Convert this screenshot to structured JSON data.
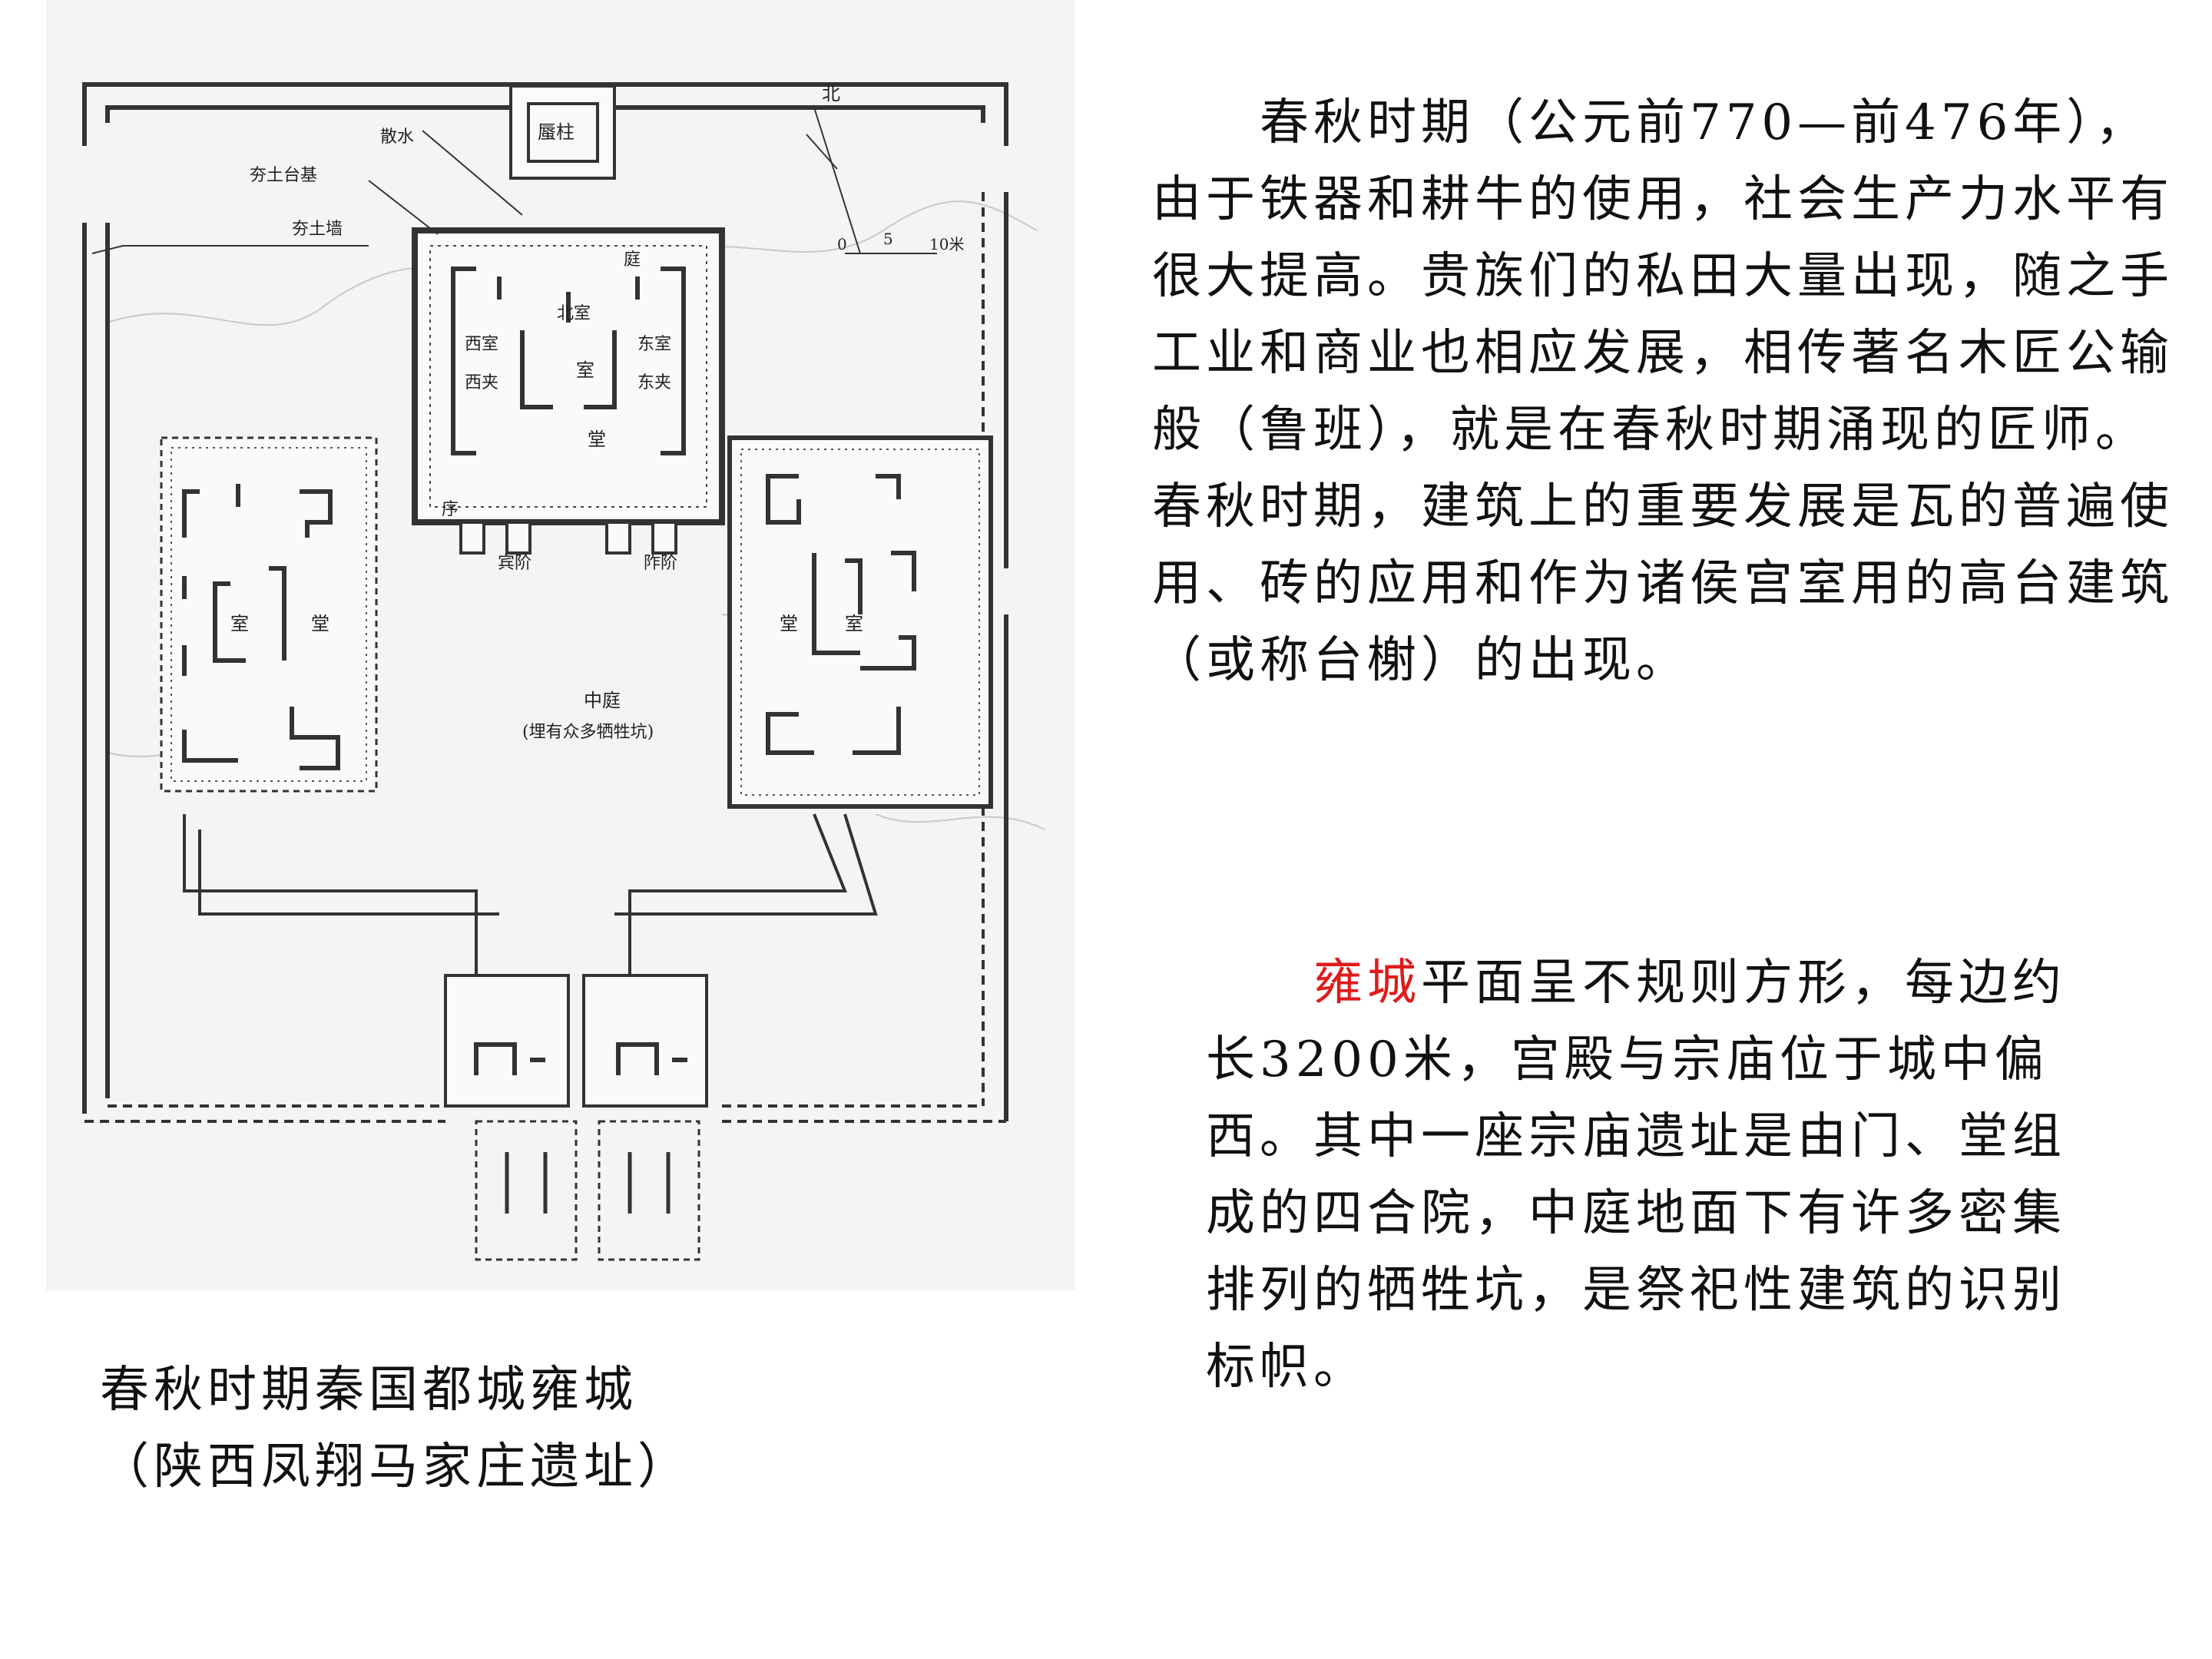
{
  "plan": {
    "labels": {
      "sanshui": "散水",
      "hangtu_taiji": "夯土台基",
      "hangtu_qiang": "夯土墙",
      "north": "北",
      "scale_0": "0",
      "scale_5": "5",
      "scale_10": "10米",
      "shenzhu": "蜃柱",
      "ting": "庭",
      "beishi": "北室",
      "xishi": "西室",
      "xijia": "西夹",
      "dongshi": "东室",
      "dongjia": "东夹",
      "shi_center": "室",
      "tang_center": "堂",
      "xu": "序",
      "bingjie": "宾阶",
      "zuojie": "阼阶",
      "zhongting": "中庭",
      "zhongting_note": "(埋有众多牺牲坑)",
      "west_shi": "室",
      "west_tang": "堂",
      "east_tang": "堂",
      "east_shi": "室"
    }
  },
  "description_1": "　　春秋时期（公元前770—前476年），由于铁器和耕牛的使用，社会生产力水平有很大提高。贵族们的私田大量出现，随之手工业和商业也相应发展，相传著名木匠公输般（鲁班），就是在春秋时期涌现的匠师。春秋时期，建筑上的重要发展是瓦的普遍使用、砖的应用和作为诸侯宫室用的高台建筑（或称台榭）的出现。",
  "description_2": {
    "indent": "　　",
    "highlight": "雍城",
    "rest": "平面呈不规则方形，每边约长3200米，宫殿与宗庙位于城中偏西。其中一座宗庙遗址是由门、堂组成的四合院，中庭地面下有许多密集排列的牺牲坑，是祭祀性建筑的识别标帜。"
  },
  "caption": {
    "line1": "春秋时期秦国都城雍城",
    "line2": "（陕西凤翔马家庄遗址）"
  },
  "colors": {
    "highlight": "#e01b1b",
    "text": "#111111"
  }
}
